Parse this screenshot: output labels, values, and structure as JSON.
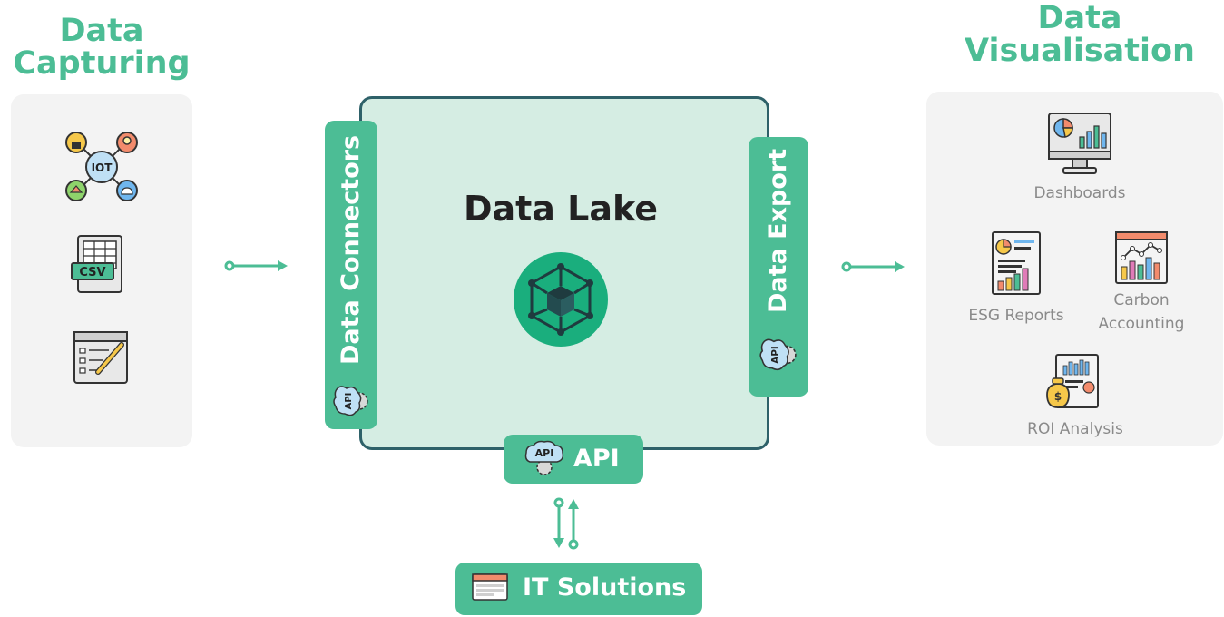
{
  "capture": {
    "heading_line1": "Data",
    "heading_line2": "Capturing",
    "icons": [
      "iot-icon",
      "csv-file-icon",
      "form-document-icon"
    ],
    "iot_text": "IOT",
    "csv_text": "CSV"
  },
  "lake": {
    "title": "Data Lake",
    "connectors_label": "Data Connectors",
    "export_label": "Data Export",
    "api_label": "API",
    "api_badge_text": "API"
  },
  "it": {
    "label": "IT Solutions"
  },
  "visualisation": {
    "heading_line1": "Data",
    "heading_line2": "Visualisation",
    "items": [
      {
        "label": "Dashboards"
      },
      {
        "label": "ESG Reports"
      },
      {
        "label_line1": "Carbon",
        "label_line2": "Accounting"
      },
      {
        "label": "ROI Analysis"
      }
    ]
  },
  "colors": {
    "accent": "#4cbd95",
    "lake_fill": "#d5ede3",
    "lake_border": "#2e6169",
    "panel": "#f3f3f3",
    "label_grey": "#8a8a8a"
  }
}
